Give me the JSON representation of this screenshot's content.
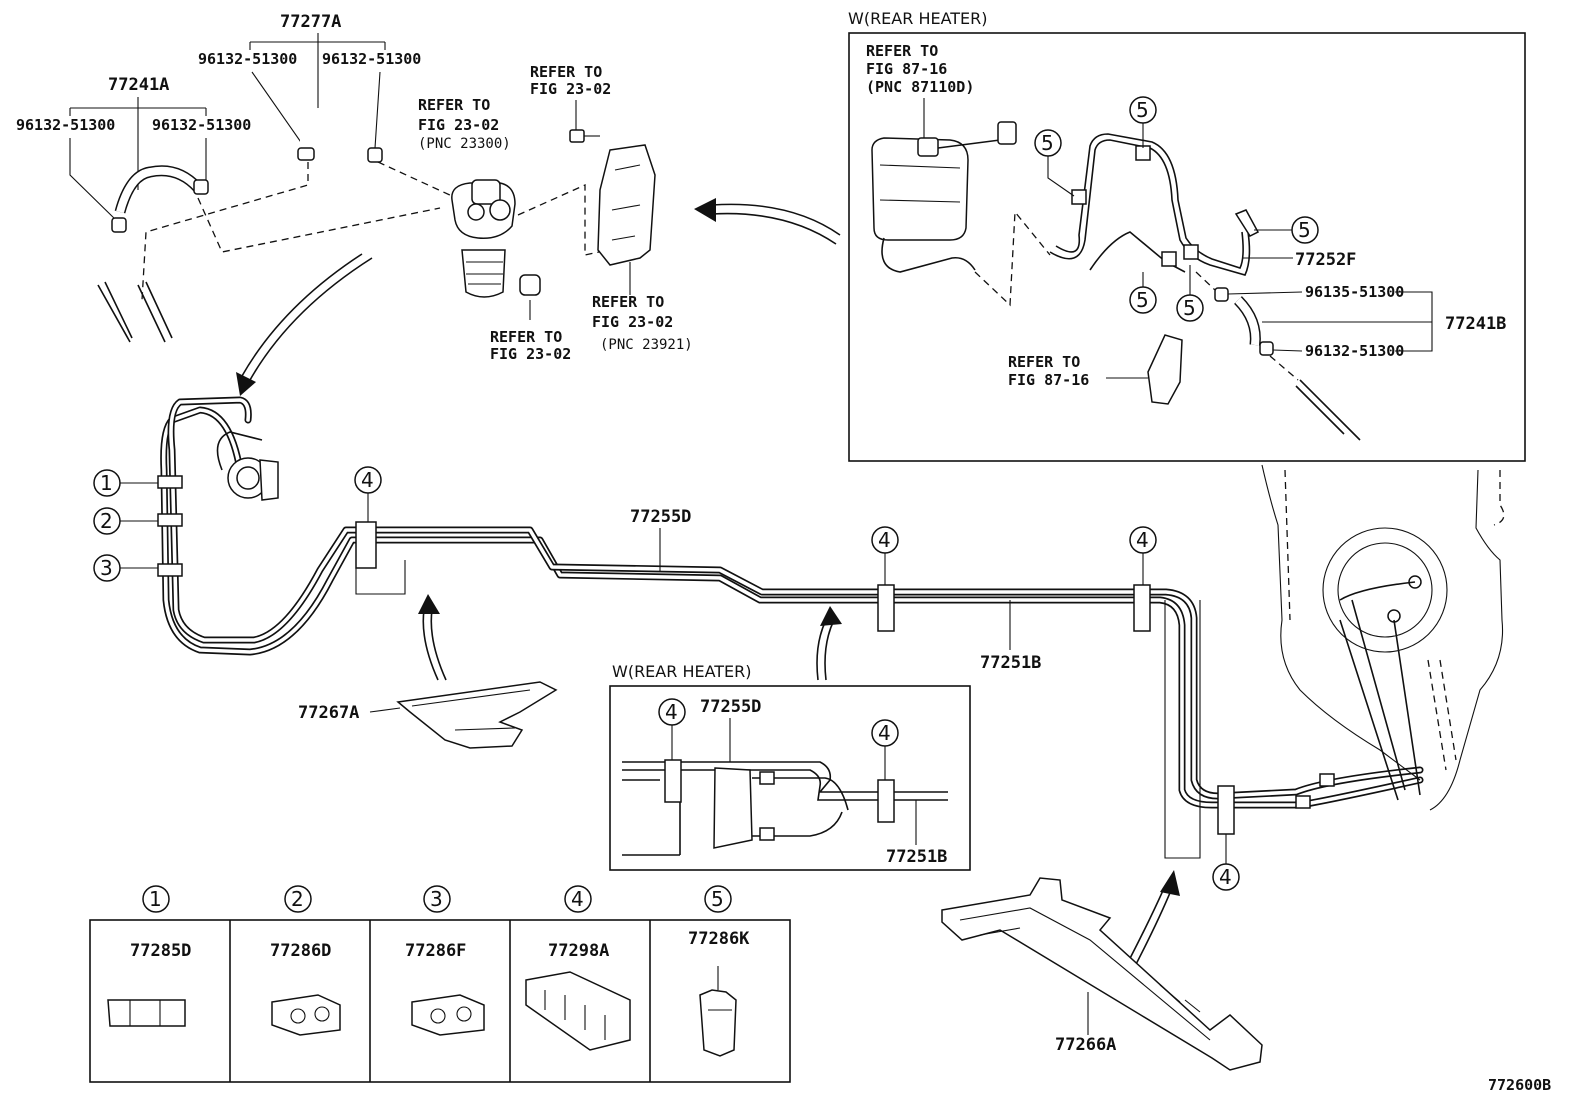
{
  "figure_id": "772600B",
  "parts": {
    "p77277A": "77277A",
    "p77241A": "77241A",
    "p77241B": "77241B",
    "p77252F": "77252F",
    "p77255D": "77255D",
    "p77251B": "77251B",
    "p77267A": "77267A",
    "p77266A": "77266A",
    "inset_77255D": "77255D",
    "inset_77251B": "77251B"
  },
  "clamps": {
    "c1": "96132-51300",
    "c2": "96132-51300",
    "c3": "96132-51300",
    "c4": "96132-51300",
    "c5": "96135-51300",
    "c6": "96132-51300"
  },
  "refs": {
    "r1_line1": "REFER TO",
    "r1_line2": "FIG 23-02",
    "r1_pnc": "(PNC 23300)",
    "r2_line1": "REFER TO",
    "r2_line2": "FIG 23-02",
    "r3_line1": "REFER TO",
    "r3_line2": "FIG 23-02",
    "r3_pnc": "(PNC 23921)",
    "r4_line1": "REFER TO",
    "r4_line2": "FIG 23-02",
    "r5_line1": "REFER TO",
    "r5_line2": "FIG 87-16",
    "r5_pnc": "(PNC 87110D)",
    "r6_line1": "REFER TO",
    "r6_line2": "FIG 87-16"
  },
  "insets": {
    "top_right_title": "W(REAR HEATER)",
    "middle_title": "W(REAR HEATER)"
  },
  "callouts": [
    "1",
    "2",
    "3",
    "4",
    "5"
  ],
  "legend": [
    {
      "num": "1",
      "part": "77285D"
    },
    {
      "num": "2",
      "part": "77286D"
    },
    {
      "num": "3",
      "part": "77286F"
    },
    {
      "num": "4",
      "part": "77298A"
    },
    {
      "num": "5",
      "part": "77286K"
    }
  ]
}
